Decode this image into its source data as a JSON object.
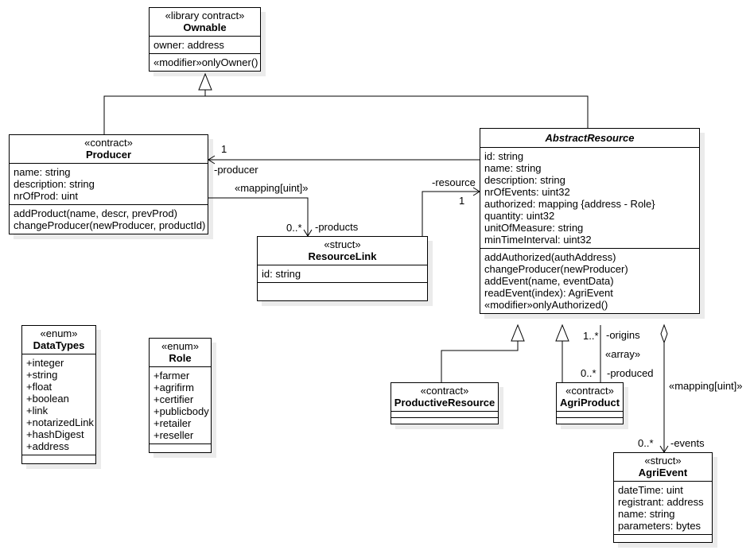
{
  "classes": {
    "ownable": {
      "stereotype": "«library contract»",
      "name": "Ownable",
      "attributes": [
        "owner: address"
      ],
      "operations": [
        "«modifier»onlyOwner()"
      ]
    },
    "producer": {
      "stereotype": "«contract»",
      "name": "Producer",
      "attributes": [
        "name: string",
        "description: string",
        "nrOfProd: uint"
      ],
      "operations": [
        "addProduct(name, descr, prevProd)",
        "changeProducer(newProducer, productId)"
      ]
    },
    "abstract_resource": {
      "name": "AbstractResource",
      "attributes": [
        "id: string",
        "name: string",
        "description: string",
        "nrOfEvents: uint32",
        "authorized: mapping {address - Role}",
        "quantity: uint32",
        "unitOfMeasure: string",
        "minTimeInterval: uint32"
      ],
      "operations": [
        "addAuthorized(authAddress)",
        "changeProducer(newProducer)",
        "addEvent(name, eventData)",
        "readEvent(index): AgriEvent",
        "«modifier»onlyAuthorized()"
      ]
    },
    "resource_link": {
      "stereotype": "«struct»",
      "name": "ResourceLink",
      "attributes": [
        "id: string"
      ]
    },
    "data_types": {
      "stereotype": "«enum»",
      "name": "DataTypes",
      "literals": [
        "+integer",
        "+string",
        "+float",
        "+boolean",
        "+link",
        "+notarizedLink",
        "+hashDigest",
        "+address"
      ]
    },
    "role": {
      "stereotype": "«enum»",
      "name": "Role",
      "literals": [
        "+farmer",
        "+agrifirm",
        "+certifier",
        "+publicbody",
        "+retailer",
        "+reseller"
      ]
    },
    "productive_resource": {
      "stereotype": "«contract»",
      "name": "ProductiveResource"
    },
    "agri_product": {
      "stereotype": "«contract»",
      "name": "AgriProduct"
    },
    "agri_event": {
      "stereotype": "«struct»",
      "name": "AgriEvent",
      "attributes": [
        "dateTime: uint",
        "registrant: address",
        "name: string",
        "parameters: bytes"
      ]
    }
  },
  "edge_labels": {
    "producer_mult": "1",
    "producer_role": "-producer",
    "products_qualifier": "«mapping[uint]»",
    "products_mult": "0..*",
    "products_role": "-products",
    "resource_role": "-resource",
    "resource_mult": "1",
    "origins_mult": "1..*",
    "origins_role": "-origins",
    "array_label": "«array»",
    "produced_mult": "0..*",
    "produced_role": "-produced",
    "events_qualifier": "«mapping[uint]»",
    "events_mult": "0..*",
    "events_role": "-events"
  }
}
